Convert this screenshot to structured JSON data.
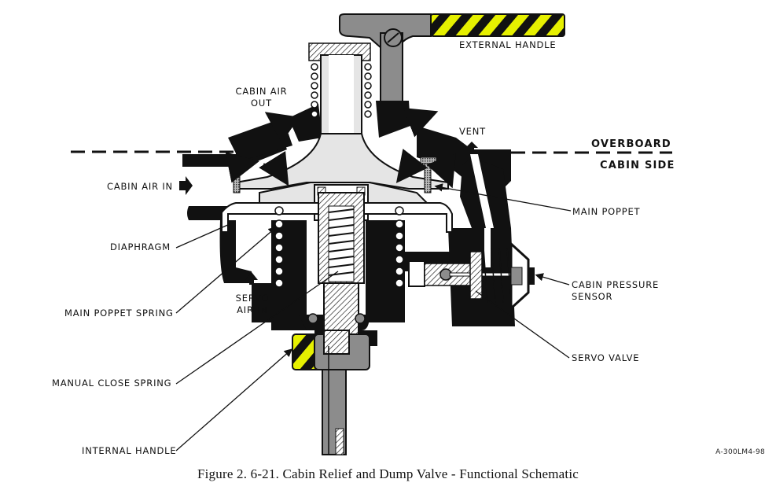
{
  "figure": {
    "caption": "Figure 2. 6-21.  Cabin Relief and Dump Valve - Functional Schematic",
    "reference_code": "A-300LM4-98"
  },
  "zones": {
    "overboard": "OVERBOARD",
    "cabin_side": "CABIN SIDE"
  },
  "labels": {
    "external_handle": "EXTERNAL HANDLE",
    "cabin_air_out_line1": "CABIN AIR",
    "cabin_air_out_line2": "OUT",
    "vent": "VENT",
    "cabin_air_in": "CABIN AIR IN",
    "main_poppet": "MAIN POPPET",
    "diaphragm": "DIAPHRAGM",
    "servo_air_in_line1": "SERVO",
    "servo_air_in_line2": "AIR IN",
    "cabin_pressure_sensor_line1": "CABIN PRESSURE",
    "cabin_pressure_sensor_line2": "SENSOR",
    "main_poppet_spring": "MAIN POPPET SPRING",
    "servo_valve": "SERVO VALVE",
    "manual_close_spring": "MANUAL CLOSE SPRING",
    "internal_handle": "INTERNAL HANDLE"
  },
  "colors": {
    "ink": "#111111",
    "handle_gray": "#8c8c8c",
    "light_gray": "#d6d6d6",
    "hazard_yellow": "#e6f000"
  }
}
